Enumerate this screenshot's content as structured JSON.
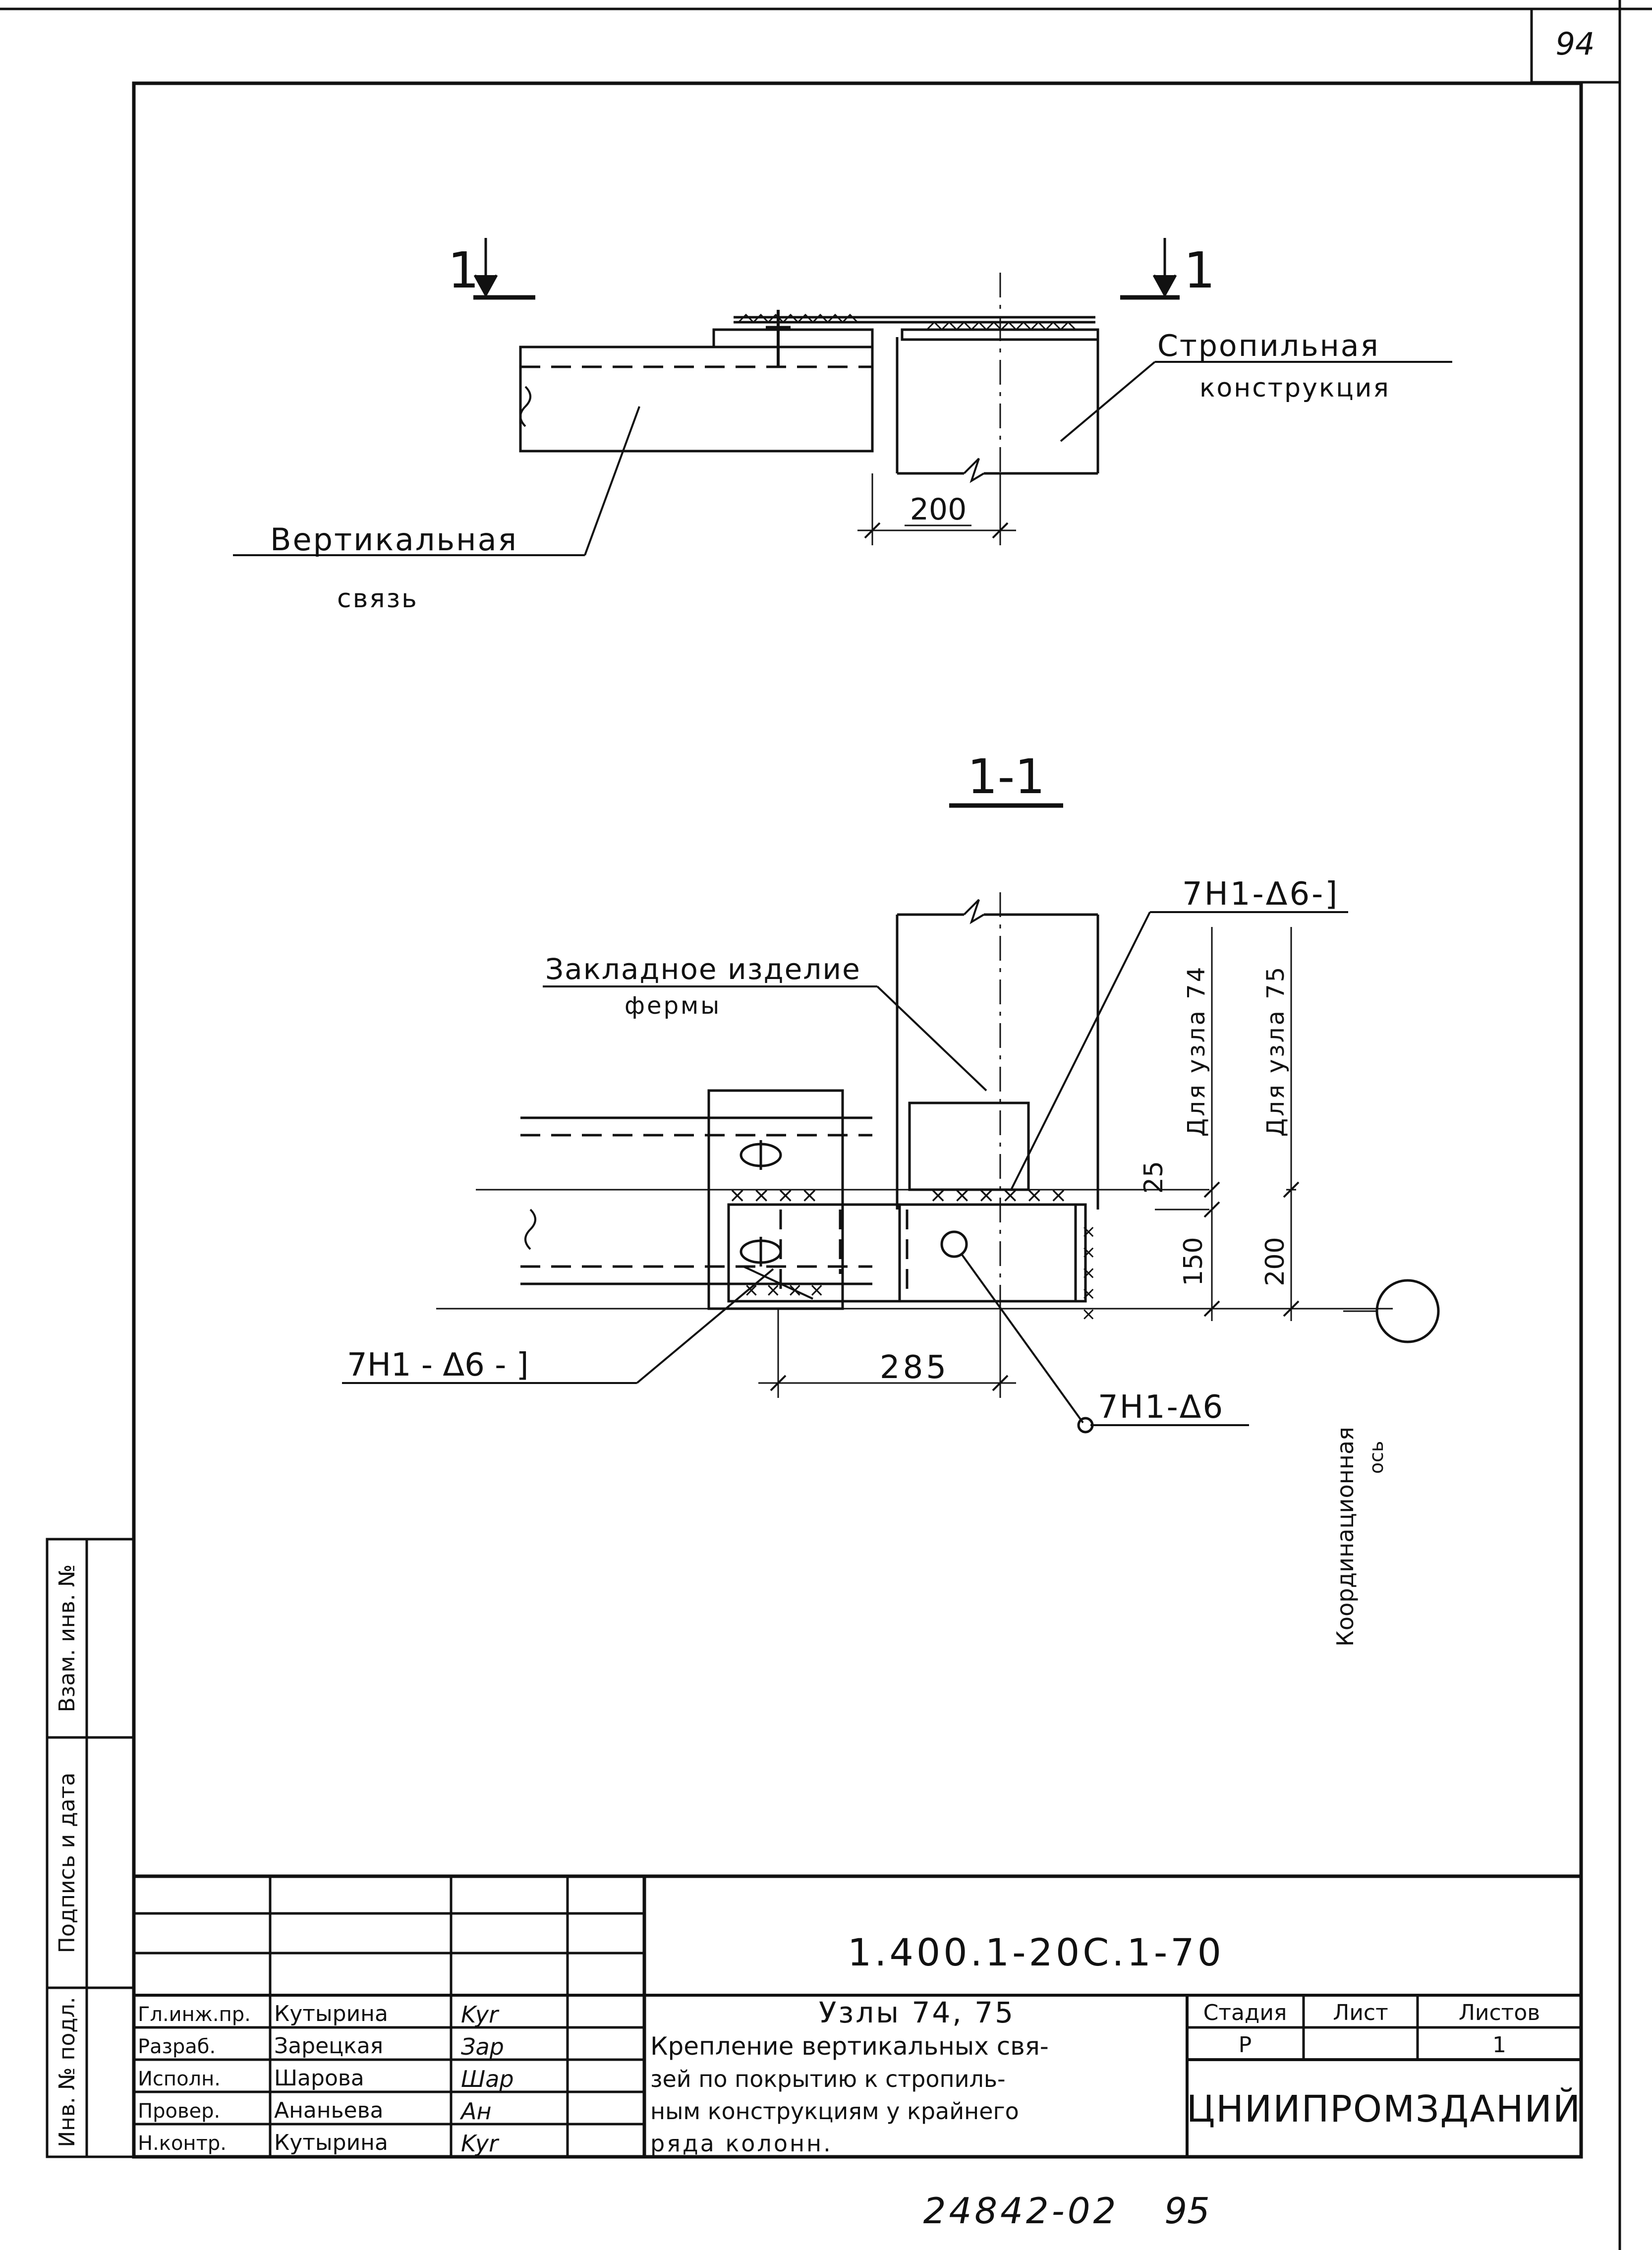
{
  "sheet": {
    "page_number": "94",
    "bottom_number": "24842-02",
    "bottom_page": "95"
  },
  "drawing_top": {
    "section_mark_left": "1",
    "section_mark_right": "1",
    "label_rafter_line1": "Стропильная",
    "label_rafter_line2": "конструкция",
    "label_brace_line1": "Вертикальная",
    "label_brace_line2": "связь",
    "dim_200": "200"
  },
  "drawing_section": {
    "title": "1-1",
    "label_embedded_line1": "Закладное изделие",
    "label_embedded_line2": "фермы",
    "weld_label_top": "7Н1-Δ6-]",
    "weld_label_left": "7Н1 - Δ6 - ]",
    "weld_label_bolt": "7Н1-Δ6",
    "dim_285": "285",
    "dim_25": "25",
    "dim_150": "150",
    "dim_200": "200",
    "label_node74": "Для узла 74",
    "label_node75": "Для узла 75",
    "axis_label_line1": "Координационная",
    "axis_label_line2": "ось"
  },
  "side_stamp": {
    "cell1": "Взам. инв. №",
    "cell2": "Подпись и дата",
    "cell3": "Инв. № подл."
  },
  "title_block": {
    "document_code": "1.400.1-20С.1-70",
    "rows": [
      {
        "role": "Гл.инж.пр.",
        "name": "Кутырина",
        "sign": "Kyr"
      },
      {
        "role": "Разраб.",
        "name": "Зарецкая",
        "sign": "Зар"
      },
      {
        "role": "Исполн.",
        "name": "Шарова",
        "sign": "Шар"
      },
      {
        "role": "Провер.",
        "name": "Ананьева",
        "sign": "Ан"
      },
      {
        "role": "Н.контр.",
        "name": "Кутырина",
        "sign": "Kyr"
      }
    ],
    "title_line1": "Узлы 74, 75",
    "title_line2": "Крепление вертикальных свя-",
    "title_line3": "зей по покрытию к стропиль-",
    "title_line4": "ным конструкциям у крайнего",
    "title_line5": "ряда колонн.",
    "stage_header": "Стадия",
    "sheet_header": "Лист",
    "sheets_header": "Листов",
    "stage_value": "Р",
    "sheet_value": "",
    "sheets_value": "1",
    "organization": "ЦНИИПРОМЗДАНИЙ"
  }
}
